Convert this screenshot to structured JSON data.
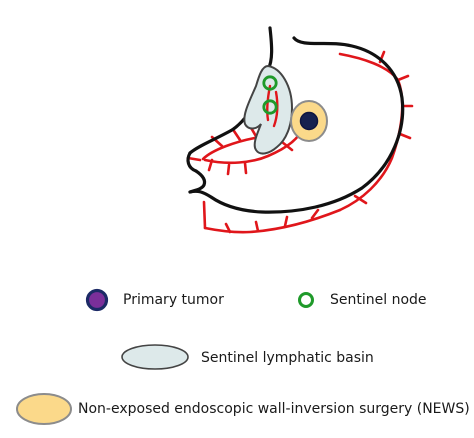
{
  "legend": {
    "primary_tumor": "Primary tumor",
    "sentinel_node": "Sentinel node",
    "sentinel_basin": "Sentinel lymphatic basin",
    "news": "Non-exposed endoscopic wall-inversion surgery (NEWS)"
  },
  "colors": {
    "stomach_outline": "#111111",
    "lymph_vessels": "#e0161b",
    "tumor_fill": "#7b2f9a",
    "tumor_ring": "#1c2a66",
    "node_ring": "#1f9a2a",
    "basin_fill": "#dde9ea",
    "basin_stroke": "#444444",
    "news_fill": "#fbd98a",
    "news_stroke": "#8c8c8c"
  }
}
